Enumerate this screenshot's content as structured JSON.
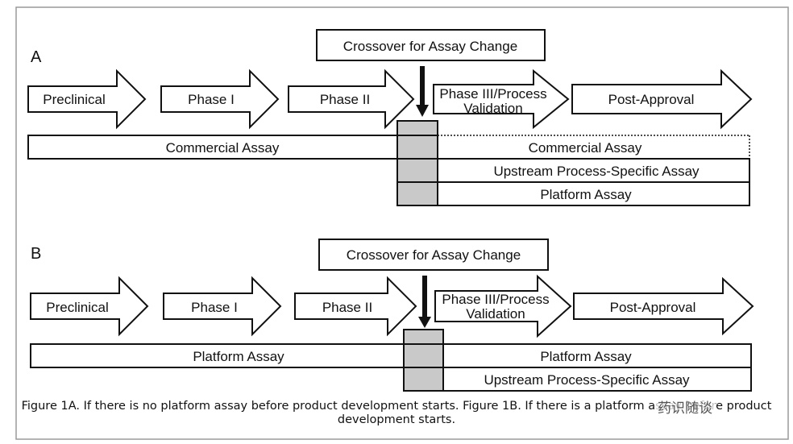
{
  "panels": [
    {
      "label": "A",
      "crossover": "Crossover for Assay Change",
      "phases": [
        "Preclinical",
        "Phase I",
        "Phase II",
        "Phase III/Process\nValidation",
        "Post-Approval"
      ],
      "bars": {
        "pre": "Commercial Assay",
        "post": [
          "Commercial Assay",
          "Upstream Process-Specific Assay",
          "Platform Assay"
        ]
      }
    },
    {
      "label": "B",
      "crossover": "Crossover for Assay Change",
      "phases": [
        "Preclinical",
        "Phase I",
        "Phase II",
        "Phase III/Process\nValidation",
        "Post-Approval"
      ],
      "bars": {
        "pre": "Platform Assay",
        "post": [
          "Platform Assay",
          "Upstream Process-Specific Assay"
        ]
      }
    }
  ],
  "caption": "Figure 1A. If there is no platform assay before product development starts. Figure 1B. If there is a platform assay before product development starts.",
  "watermark": "药识随谈",
  "colors": {
    "shaded": "#c9c9c9",
    "stroke": "#111111",
    "frame": "#9a9a9a"
  }
}
